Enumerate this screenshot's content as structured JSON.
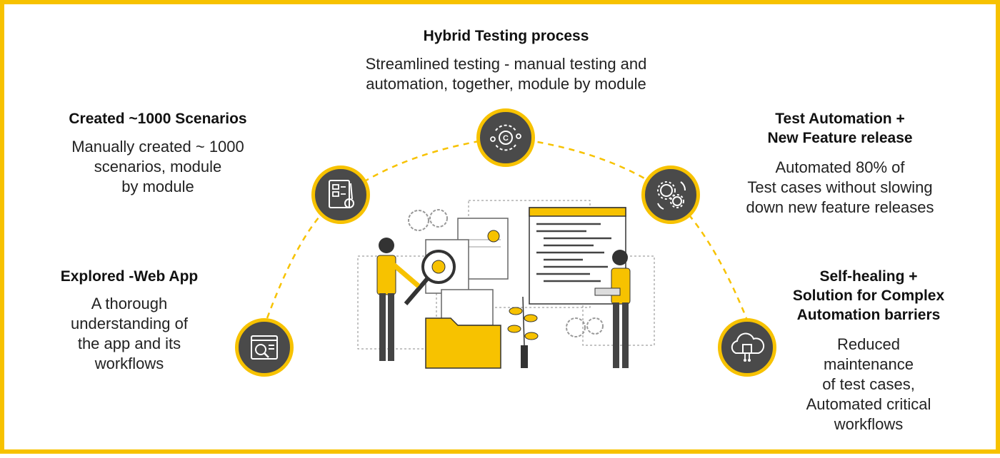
{
  "steps": [
    {
      "title": "Explored -Web App",
      "description": "A thorough\nunderstanding of\nthe  app and its\nworkflows",
      "icon": "web-app-search-icon"
    },
    {
      "title": "Created ~1000 Scenarios",
      "description": "Manually created ~ 1000\nscenarios, module\nby module",
      "icon": "scenario-document-icon"
    },
    {
      "title": "Hybrid Testing process",
      "description": "Streamlined testing -  manual testing and\nautomation, together, module by module",
      "icon": "cycle-gear-icon"
    },
    {
      "title": "Test Automation +\nNew Feature release",
      "description": "Automated 80% of\nTest cases without slowing\ndown new feature releases",
      "icon": "gears-icon"
    },
    {
      "title": "Self-healing +\nSolution for Complex\nAutomation barriers",
      "description": "Reduced\nmaintenance\nof test cases,\nAutomated critical\nworkflows",
      "icon": "cloud-chip-icon"
    }
  ],
  "colors": {
    "accent": "#f7c200",
    "node": "#4a4a4a",
    "text": "#222222"
  }
}
